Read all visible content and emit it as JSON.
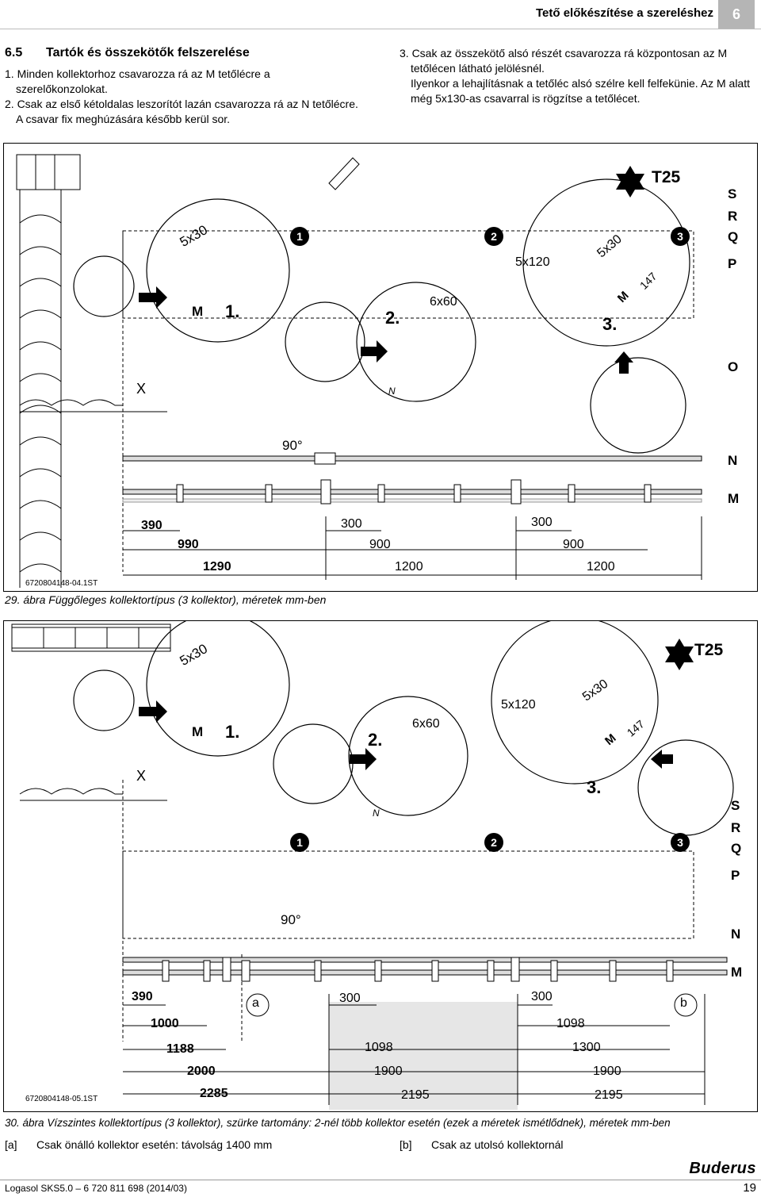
{
  "header": {
    "title": "Tető előkészítése a szereléshez",
    "chapter": "6"
  },
  "section": {
    "number": "6.5",
    "title": "Tartók és összekötők felszerelése",
    "steps_left": [
      "1. Minden kollektorhoz csavarozza rá az M tetőlécre a",
      "szerelőkonzolokat.",
      "2. Csak az első kétoldalas leszorítót lazán csavarozza rá az N tetőlécre.",
      "A csavar fix meghúzására később kerül sor."
    ],
    "steps_right": [
      "3. Csak az összekötő alsó részét csavarozza rá központosan az M",
      "tetőlécen látható jelölésnél.",
      "Ilyenkor a lehajlításnak a tetőléc alsó szélre kell felfekünie. Az M alatt",
      "még 5x130-as csavarral is rögzítse a tetőlécet."
    ]
  },
  "figure1": {
    "code": "6720804148-04.1ST",
    "caption_num": "29. ábra",
    "caption": "Függőleges kollektortípus (3 kollektor), méretek mm-ben",
    "tool": "T25",
    "circles": [
      "1",
      "2",
      "3"
    ],
    "step_labels": [
      "1.",
      "2.",
      "3."
    ],
    "screws": [
      "5x30",
      "6x60",
      "5x120",
      "5x30"
    ],
    "m_label": "M",
    "n_label": "N",
    "x_label": "X",
    "dim_147": "147",
    "angle": "90°",
    "batten_labels": [
      "S",
      "R",
      "Q",
      "P",
      "O",
      "N",
      "M"
    ],
    "dims": [
      "390",
      "990",
      "1290",
      "300",
      "900",
      "1200",
      "300",
      "900",
      "1200"
    ]
  },
  "figure2": {
    "code": "6720804148-05.1ST",
    "caption_num": "30. ábra",
    "caption": "Vízszintes kollektortípus (3 kollektor), szürke tartomány: 2-nél több kollektor esetén (ezek a méretek ismétlődnek), méretek mm-ben",
    "tool": "T25",
    "circles": [
      "1",
      "2",
      "3"
    ],
    "step_labels": [
      "1.",
      "2.",
      "3."
    ],
    "screws": [
      "5x30",
      "6x60",
      "5x120",
      "5x30"
    ],
    "m_label": "M",
    "n_label": "N",
    "x_label": "X",
    "dim_147": "147",
    "angle": "90°",
    "batten_labels": [
      "S",
      "R",
      "Q",
      "P",
      "N",
      "M"
    ],
    "markers": [
      "a",
      "b"
    ],
    "dims_left": [
      "390",
      "1000",
      "1188",
      "2000",
      "2285"
    ],
    "dims_mid": [
      "300",
      "1098",
      "1900",
      "2195"
    ],
    "dims_right": [
      "300",
      "1098",
      "1300",
      "1900",
      "2195"
    ]
  },
  "legend": [
    {
      "key": "[a]",
      "text": "Csak önálló kollektor esetén: távolság 1400 mm"
    },
    {
      "key": "[b]",
      "text": "Csak az utolsó kollektornál"
    }
  ],
  "brand": "Buderus",
  "footer": {
    "left": "Logasol SKS5.0 – 6 720 811 698 (2014/03)",
    "page": "19"
  }
}
